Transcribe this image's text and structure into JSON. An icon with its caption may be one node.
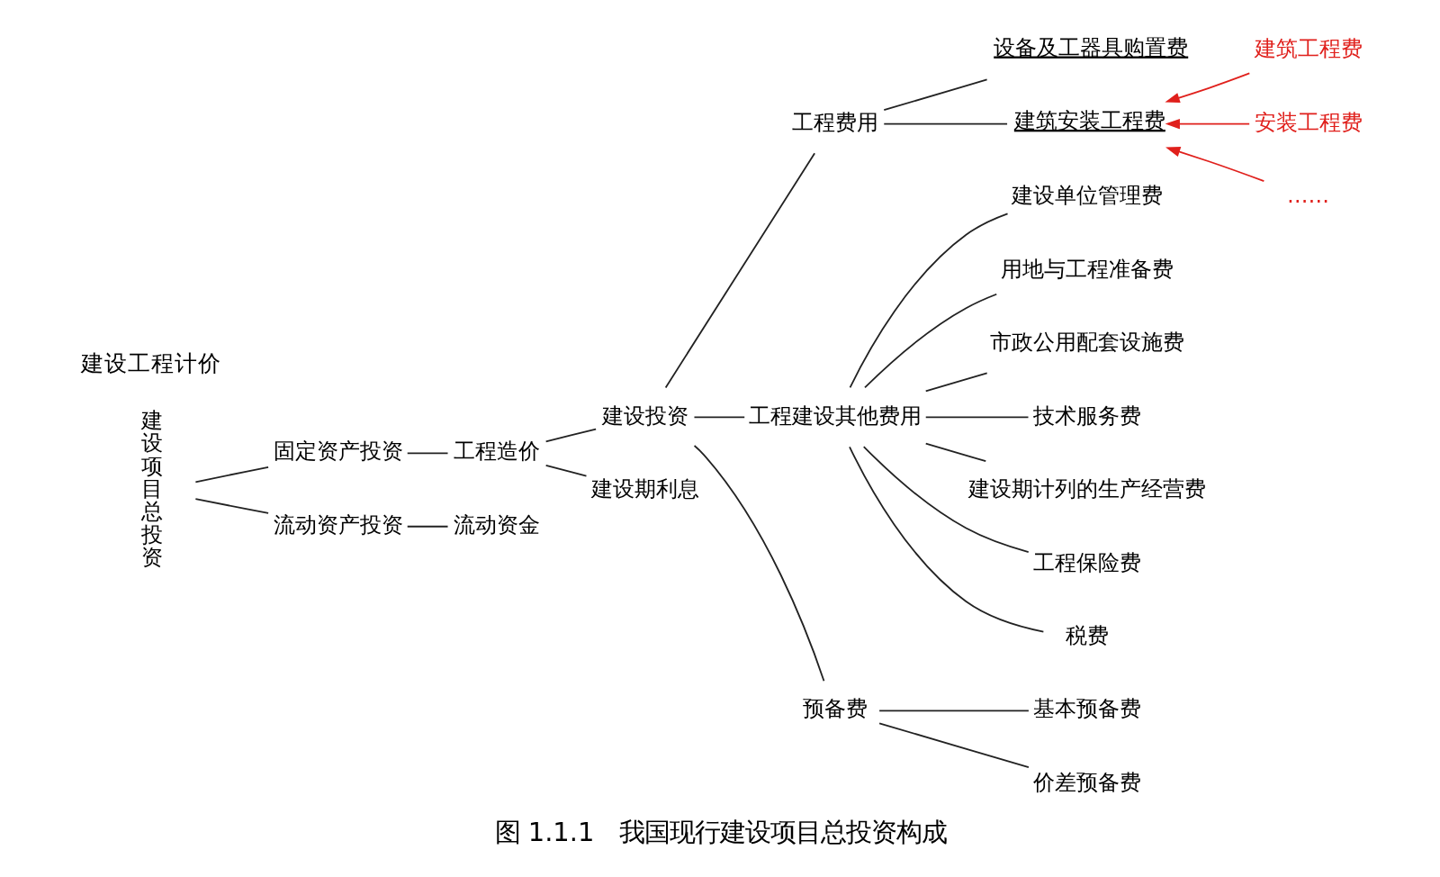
{
  "diagram": {
    "caption": "图 1.1.1　我国现行建设项目总投资构成",
    "nodes": [
      {
        "text": [
          "建设项目总投资"
        ]
      },
      {
        "text": [
          "固定资产投资"
        ]
      },
      {
        "text": [
          "工程造价"
        ]
      },
      {
        "text": [
          "流动资产投资"
        ]
      },
      {
        "text": [
          "流动资金"
        ]
      },
      {
        "text": [
          "建设投资"
        ]
      },
      {
        "text": [
          "建设期利息"
        ]
      },
      {
        "text": [
          "工程费用"
        ]
      },
      {
        "text": [
          "工程建设其他费用"
        ]
      },
      {
        "text": [
          "预备费"
        ]
      },
      {
        "text": [
          "设备及工器具购置费"
        ]
      },
      {
        "text": [
          "建筑安装工程费"
        ]
      },
      {
        "text": [
          "建设单位管理费"
        ]
      },
      {
        "text": [
          "用地与工程准备费"
        ]
      },
      {
        "text": [
          "市政公用配套设施费"
        ]
      },
      {
        "text": [
          "技术服务费"
        ]
      },
      {
        "text": [
          "建设期计列的生产经营费"
        ]
      },
      {
        "text": [
          "工程保险费"
        ]
      },
      {
        "text": [
          "税费"
        ]
      },
      {
        "text": [
          "基本预备费"
        ]
      },
      {
        "text": [
          "价差预备费"
        ]
      },
      {
        "text": [
          "建筑工程费"
        ]
      },
      {
        "text": [
          "安装工程费"
        ]
      },
      {
        "text": [
          "……"
        ]
      }
    ],
    "edges": [
      {
        "from": 0,
        "to": 1,
        "arrow": "none"
      },
      {
        "from": 0,
        "to": 3,
        "arrow": "none"
      },
      {
        "from": 1,
        "to": 2,
        "arrow": "none"
      },
      {
        "from": 3,
        "to": 4,
        "arrow": "none"
      },
      {
        "from": 2,
        "to": 5,
        "arrow": "none"
      },
      {
        "from": 2,
        "to": 6,
        "arrow": "none"
      },
      {
        "from": 5,
        "to": 7,
        "arrow": "none"
      },
      {
        "from": 5,
        "to": 8,
        "arrow": "none"
      },
      {
        "from": 5,
        "to": 9,
        "arrow": "none"
      },
      {
        "from": 7,
        "to": 10,
        "arrow": "none"
      },
      {
        "from": 7,
        "to": 11,
        "arrow": "none"
      },
      {
        "from": 8,
        "to": 12,
        "arrow": "none"
      },
      {
        "from": 8,
        "to": 13,
        "arrow": "none"
      },
      {
        "from": 8,
        "to": 14,
        "arrow": "none"
      },
      {
        "from": 8,
        "to": 15,
        "arrow": "none"
      },
      {
        "from": 8,
        "to": 16,
        "arrow": "none"
      },
      {
        "from": 8,
        "to": 17,
        "arrow": "none"
      },
      {
        "from": 8,
        "to": 18,
        "arrow": "none"
      },
      {
        "from": 9,
        "to": 19,
        "arrow": "none"
      },
      {
        "from": 9,
        "to": 20,
        "arrow": "none"
      },
      {
        "from": 21,
        "to": 11,
        "arrow": "to",
        "color": "#e0201c"
      },
      {
        "from": 22,
        "to": 11,
        "arrow": "to",
        "color": "#e0201c"
      },
      {
        "from": 23,
        "to": 11,
        "arrow": "to",
        "color": "#e0201c"
      }
    ],
    "labels": [
      "建设工程计价"
    ]
  }
}
